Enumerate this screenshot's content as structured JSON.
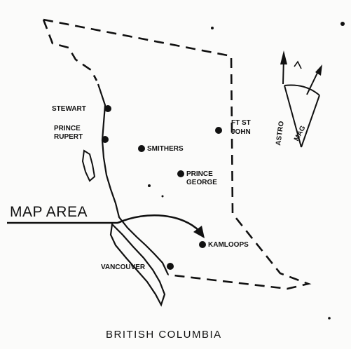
{
  "map": {
    "map_area_label": "MAP AREA",
    "caption": "BRITISH COLUMBIA",
    "places": [
      {
        "id": "stewart",
        "label": "STEWART"
      },
      {
        "id": "prince-rupert",
        "label_lines": [
          "PRINCE",
          "RUPERT"
        ]
      },
      {
        "id": "smithers",
        "label": "SMITHERS"
      },
      {
        "id": "fort-st-john",
        "label_lines": [
          "FT ST",
          "JOHN"
        ]
      },
      {
        "id": "prince-george",
        "label_lines": [
          "PRINCE",
          "GEORGE"
        ]
      },
      {
        "id": "kamloops",
        "label": "KAMLOOPS"
      },
      {
        "id": "vancouver",
        "label": "VANCOUVER"
      }
    ],
    "north_arrow": {
      "astro_label": "ASTRO",
      "mag_label": "MAG"
    }
  },
  "colors": {
    "ink": "#111111",
    "paper": "#fbfbfa"
  }
}
